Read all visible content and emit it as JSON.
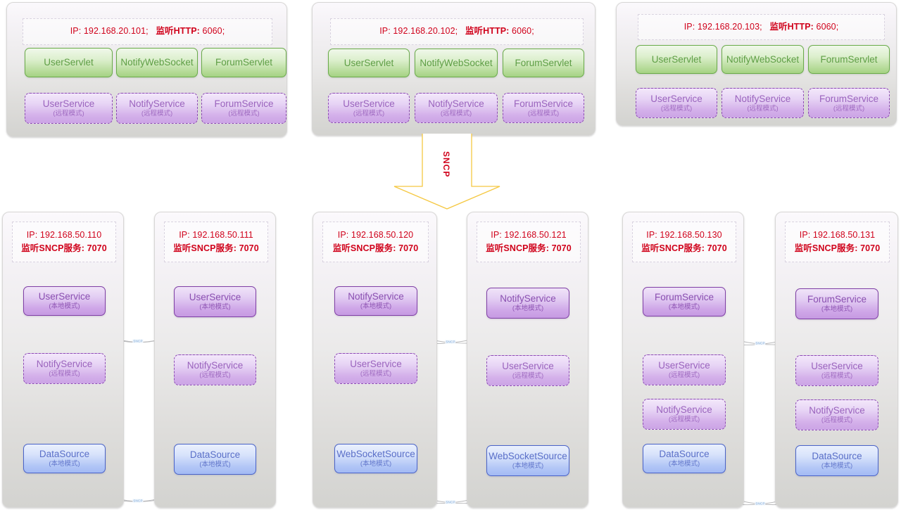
{
  "diagram": {
    "title": "SNCP distributed service deployment topology",
    "protocol_label": "SNCP",
    "link_label": "SNCP",
    "colors": {
      "ip_text": "#d0021b",
      "servlet": "#6aab4a",
      "service_local": "#7f3fa5",
      "service_remote": "#8d4bb4",
      "datasource": "#4a63c8",
      "arrow": "#f5c842"
    }
  },
  "mode_labels": {
    "local": "(本地模式)",
    "remote": "(远程模式)"
  },
  "web_tier": [
    {
      "id": "web-101",
      "ip_line": "IP: 192.168.20.101;",
      "listen_label": "监听HTTP:",
      "listen_value": "6060;",
      "servlets": [
        "UserServlet",
        "NotifyWebSocket",
        "ForumServlet"
      ],
      "services": [
        "UserService",
        "NotifyService",
        "ForumService"
      ]
    },
    {
      "id": "web-102",
      "ip_line": "IP: 192.168.20.102;",
      "listen_label": "监听HTTP:",
      "listen_value": "6060;",
      "servlets": [
        "UserServlet",
        "NotifyWebSocket",
        "ForumServlet"
      ],
      "services": [
        "UserService",
        "NotifyService",
        "ForumService"
      ]
    },
    {
      "id": "web-103",
      "ip_line": "IP: 192.168.20.103;",
      "listen_label": "监听HTTP:",
      "listen_value": "6060;",
      "servlets": [
        "UserServlet",
        "NotifyWebSocket",
        "ForumServlet"
      ],
      "services": [
        "UserService",
        "NotifyService",
        "ForumService"
      ]
    }
  ],
  "service_tier": [
    {
      "id": "svc-110",
      "ip_line": "IP: 192.168.50.110",
      "listen_line": "监听SNCP服务: 7070",
      "components": [
        {
          "name": "UserService",
          "mode": "local",
          "kind": "service"
        },
        {
          "name": "NotifyService",
          "mode": "remote",
          "kind": "service"
        },
        {
          "name": "DataSource",
          "mode": "local",
          "kind": "datasource"
        }
      ]
    },
    {
      "id": "svc-111",
      "ip_line": "IP: 192.168.50.111",
      "listen_line": "监听SNCP服务: 7070",
      "components": [
        {
          "name": "UserService",
          "mode": "local",
          "kind": "service"
        },
        {
          "name": "NotifyService",
          "mode": "remote",
          "kind": "service"
        },
        {
          "name": "DataSource",
          "mode": "local",
          "kind": "datasource"
        }
      ]
    },
    {
      "id": "svc-120",
      "ip_line": "IP: 192.168.50.120",
      "listen_line": "监听SNCP服务: 7070",
      "components": [
        {
          "name": "NotifyService",
          "mode": "local",
          "kind": "service"
        },
        {
          "name": "UserService",
          "mode": "remote",
          "kind": "service"
        },
        {
          "name": "WebSocketSource",
          "mode": "local",
          "kind": "datasource"
        }
      ]
    },
    {
      "id": "svc-121",
      "ip_line": "IP: 192.168.50.121",
      "listen_line": "监听SNCP服务: 7070",
      "components": [
        {
          "name": "NotifyService",
          "mode": "local",
          "kind": "service"
        },
        {
          "name": "UserService",
          "mode": "remote",
          "kind": "service"
        },
        {
          "name": "WebSocketSource",
          "mode": "local",
          "kind": "datasource"
        }
      ]
    },
    {
      "id": "svc-130",
      "ip_line": "IP: 192.168.50.130",
      "listen_line": "监听SNCP服务: 7070",
      "components": [
        {
          "name": "ForumService",
          "mode": "local",
          "kind": "service"
        },
        {
          "name": "UserService",
          "mode": "remote",
          "kind": "service"
        },
        {
          "name": "NotifyService",
          "mode": "remote",
          "kind": "service"
        },
        {
          "name": "DataSource",
          "mode": "local",
          "kind": "datasource"
        }
      ]
    },
    {
      "id": "svc-131",
      "ip_line": "IP: 192.168.50.131",
      "listen_line": "监听SNCP服务: 7070",
      "components": [
        {
          "name": "ForumService",
          "mode": "local",
          "kind": "service"
        },
        {
          "name": "UserService",
          "mode": "remote",
          "kind": "service"
        },
        {
          "name": "NotifyService",
          "mode": "remote",
          "kind": "service"
        },
        {
          "name": "DataSource",
          "mode": "local",
          "kind": "datasource"
        }
      ]
    }
  ]
}
